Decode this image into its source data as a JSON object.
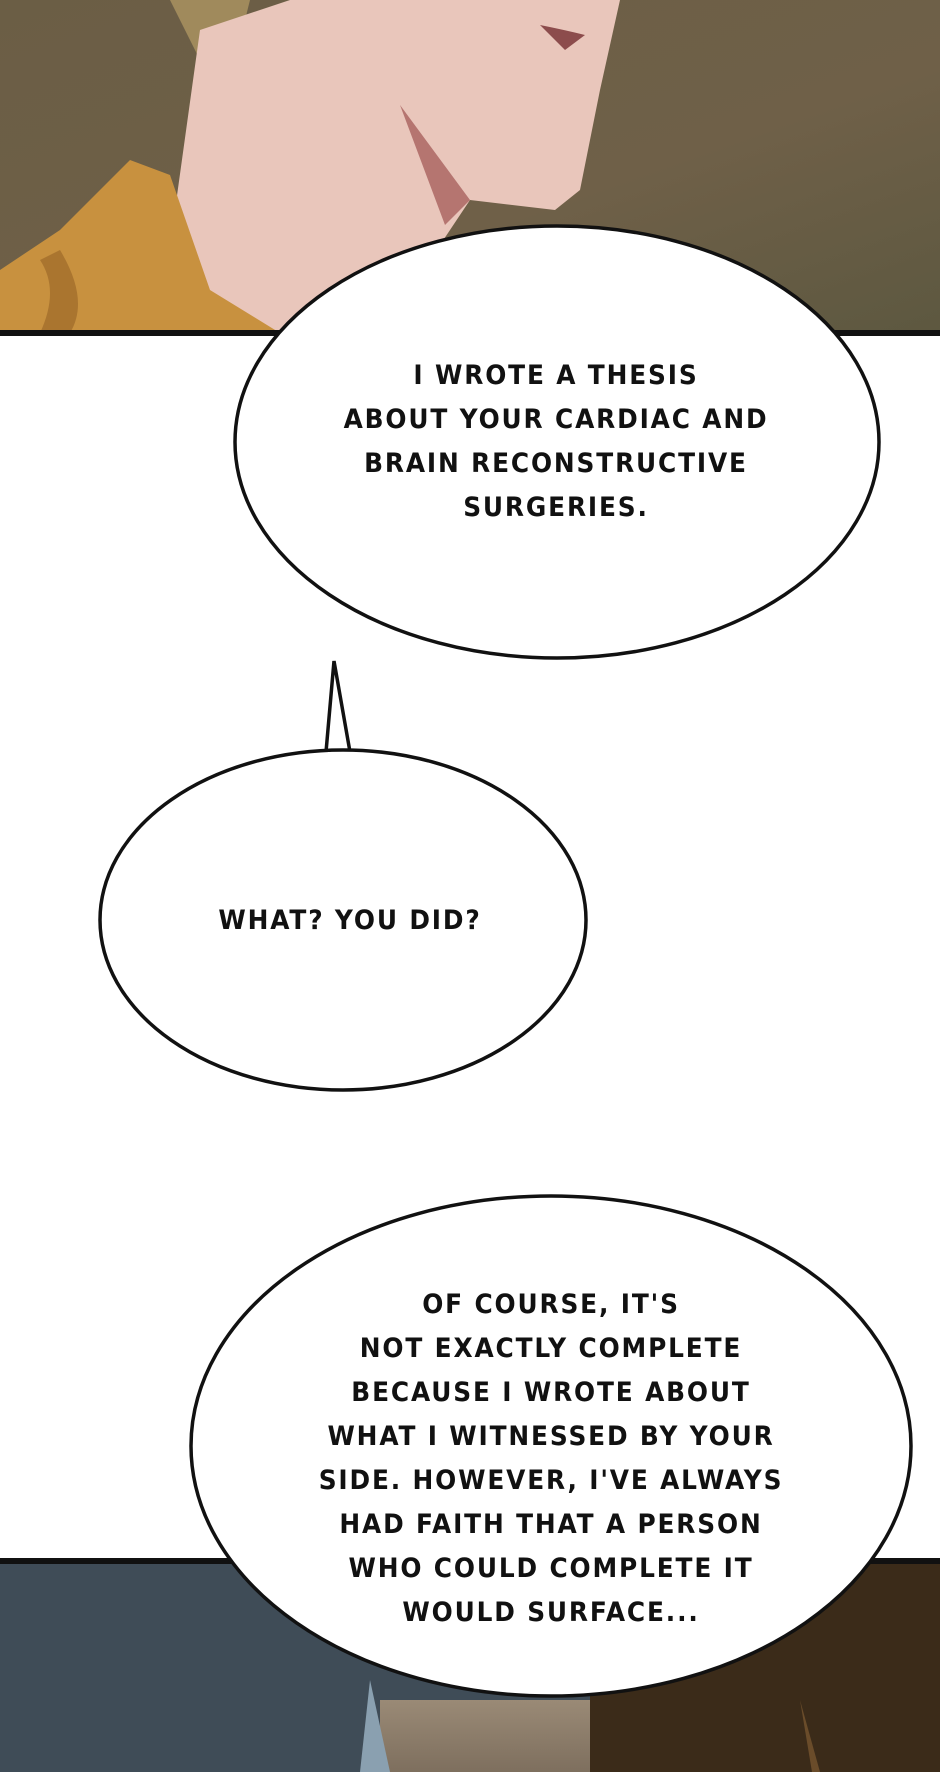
{
  "panels": {
    "top": {
      "background": "#6e6149",
      "skin": "#e9c6bb",
      "shirt": "#c8913f"
    },
    "bottom": {
      "left": "#3f4c57",
      "middle": "#8b7b69",
      "right": "#3b2b19"
    }
  },
  "bubbles": [
    {
      "lines": [
        "I WROTE A THESIS",
        "ABOUT YOUR CARDIAC AND",
        "BRAIN RECONSTRUCTIVE",
        "SURGERIES."
      ]
    },
    {
      "lines": [
        "WHAT? YOU DID?"
      ]
    },
    {
      "lines": [
        "OF COURSE, IT'S",
        "NOT EXACTLY COMPLETE",
        "BECAUSE I WROTE ABOUT",
        "WHAT I WITNESSED BY YOUR",
        "SIDE. HOWEVER, I'VE ALWAYS",
        "HAD FAITH THAT A PERSON",
        "WHO COULD COMPLETE IT",
        "WOULD SURFACE..."
      ]
    }
  ]
}
